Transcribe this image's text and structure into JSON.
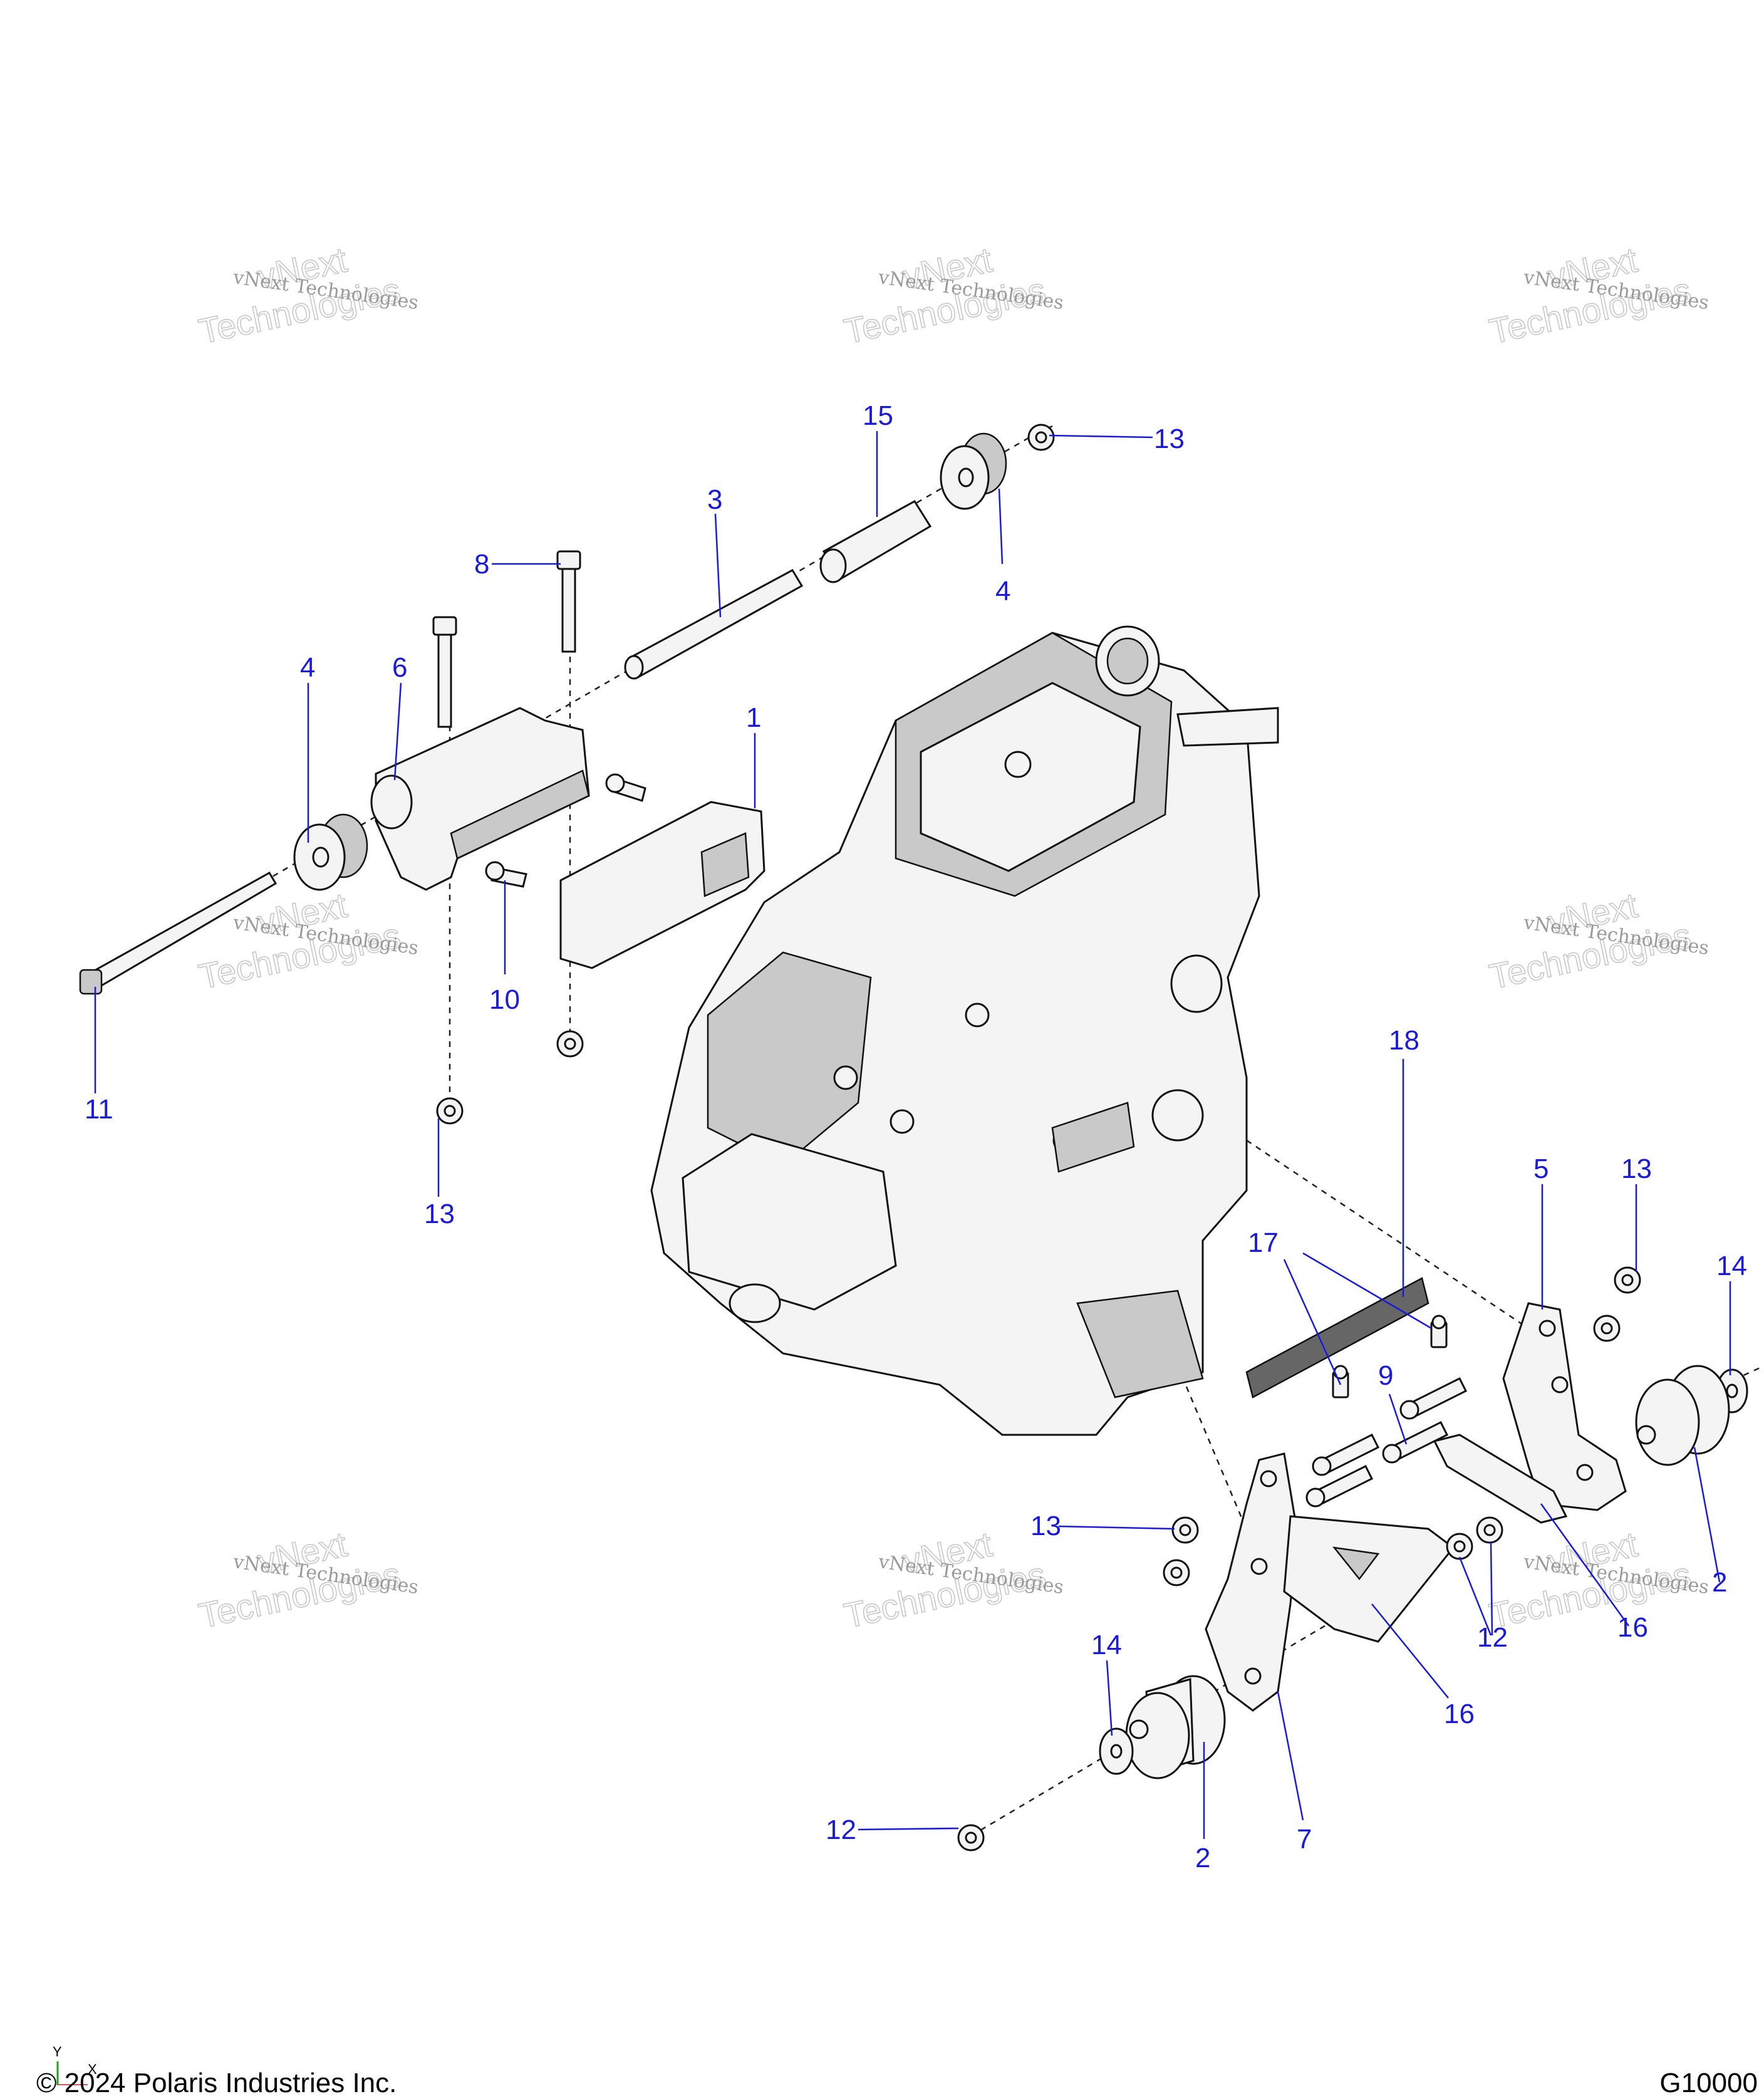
{
  "diagram": {
    "watermark_line1": "vNext Technologies",
    "watermark_outline_top": "vNext",
    "watermark_outline_bottom": "Technologies",
    "callouts": [
      {
        "id": "c-15",
        "label": "15"
      },
      {
        "id": "c-13a",
        "label": "13"
      },
      {
        "id": "c-3",
        "label": "3"
      },
      {
        "id": "c-4a",
        "label": "4"
      },
      {
        "id": "c-8",
        "label": "8"
      },
      {
        "id": "c-4b",
        "label": "4"
      },
      {
        "id": "c-6",
        "label": "6"
      },
      {
        "id": "c-1",
        "label": "1"
      },
      {
        "id": "c-10",
        "label": "10"
      },
      {
        "id": "c-11",
        "label": "11"
      },
      {
        "id": "c-13b",
        "label": "13"
      },
      {
        "id": "c-18",
        "label": "18"
      },
      {
        "id": "c-5",
        "label": "5"
      },
      {
        "id": "c-13c",
        "label": "13"
      },
      {
        "id": "c-14a",
        "label": "14"
      },
      {
        "id": "c-17",
        "label": "17"
      },
      {
        "id": "c-9",
        "label": "9"
      },
      {
        "id": "c-13d",
        "label": "13"
      },
      {
        "id": "c-2a",
        "label": "2"
      },
      {
        "id": "c-12a",
        "label": "12"
      },
      {
        "id": "c-16a",
        "label": "16"
      },
      {
        "id": "c-16b",
        "label": "16"
      },
      {
        "id": "c-14b",
        "label": "14"
      },
      {
        "id": "c-12b",
        "label": "12"
      },
      {
        "id": "c-2b",
        "label": "2"
      },
      {
        "id": "c-7",
        "label": "7"
      }
    ]
  },
  "footer": {
    "copyright": "© 2024 Polaris Industries Inc.",
    "figure_code": "G10000",
    "axis_y": "Y",
    "axis_x": "X"
  }
}
